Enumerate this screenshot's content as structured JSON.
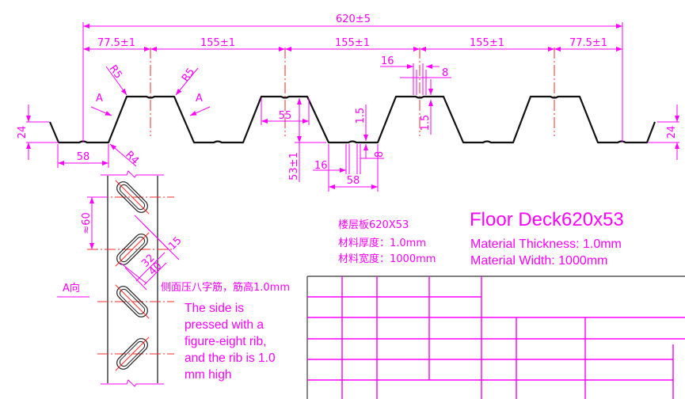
{
  "dimensions": {
    "overall": "620±5",
    "edge_left": "77.5±1",
    "pitch_1": "155±1",
    "pitch_2": "155±1",
    "pitch_3": "155±1",
    "edge_right": "77.5±1",
    "lip_left": "24",
    "lip_right": "24",
    "bottom_flat": "58",
    "bottom_flat_2": "58",
    "top_flat": "55",
    "height": "53±1",
    "radius_top_left": "R5",
    "radius_top_right": "R5",
    "radius_bottom": "R4",
    "view_a_left": "A",
    "view_a_right": "A",
    "rib_depth_bottom": "1.5",
    "rib_depth_top": "1.5",
    "rib_width_top": "16",
    "rib_gap_top": "8",
    "rib_width_bottom": "16",
    "rib_gap_bottom": "8"
  },
  "detail_a": {
    "title": "A向",
    "spacing": "≈60",
    "slot_inner": "32",
    "slot_outer": "40",
    "slot_width": "15",
    "note_cn": "侧面压八字筋，筋高1.0mm",
    "note_en": [
      "The side is",
      "pressed with a",
      "figure-eight rib,",
      "and the rib is 1.0",
      "mm high"
    ]
  },
  "spec_cn": {
    "name": "楼层板620X53",
    "thickness": "材料厚度：1.0mm",
    "width": "材料宽度：1000mm"
  },
  "spec_en": {
    "name": "Floor Deck620x53",
    "thickness": "Material Thickness: 1.0mm",
    "width": "Material Width: 1000mm"
  },
  "colors": {
    "dimension": "#ff00ff",
    "centerline": "#ff2a2a",
    "profile": "#111111"
  }
}
